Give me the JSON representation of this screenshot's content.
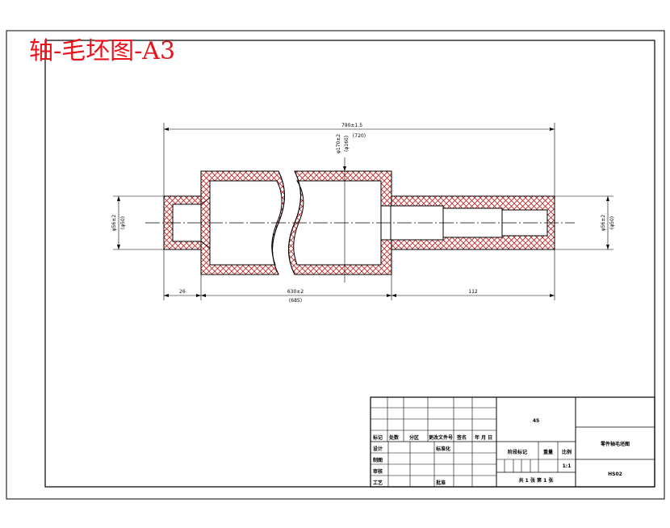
{
  "drawing": {
    "title": "轴-毛坯图-A3",
    "dimensions": {
      "total_length": "790±1.5",
      "total_length_ref": "(720)",
      "middle_length": "630±2",
      "middle_length_ref": "(685)",
      "left_end_length": "26",
      "right_end_length": "112",
      "body_diameter": "φ170±2",
      "body_diameter_ref": "(φ160)",
      "left_diameter": "φ56±2",
      "left_diameter_ref": "(φ50)",
      "right_diameter": "φ56±2",
      "right_diameter_ref": "(φ50)"
    }
  },
  "title_block": {
    "material": "45",
    "part_name": "零件轴毛坯图",
    "drawing_no": "HS02",
    "scale": "1:1",
    "sheet_info": "共 1 张  第 1 张",
    "headers": {
      "mark": "标记",
      "count": "处数",
      "zone": "分区",
      "change_doc": "更改文件号",
      "signature": "签名",
      "date": "年 月 日",
      "design": "设计",
      "standardize": "标准化",
      "drafting": "制图",
      "check": "审核",
      "process": "工艺",
      "approve": "批准",
      "stage_mark": "阶段标记",
      "weight": "重量",
      "scale_label": "比例"
    }
  }
}
